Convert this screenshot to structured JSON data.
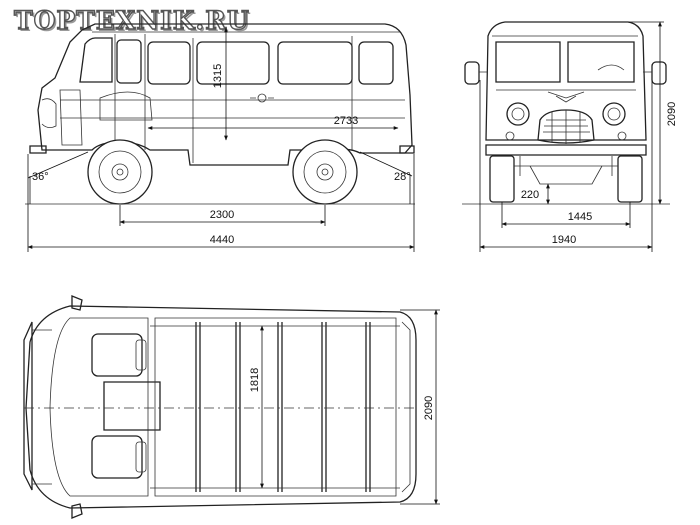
{
  "watermark": "TOPTEXNIK.RU",
  "side_view": {
    "height_label": "1315",
    "cargo_length_label": "2733",
    "wheelbase_label": "2300",
    "overall_length_label": "4440",
    "approach_angle_label": "36°",
    "departure_angle_label": "28°"
  },
  "front_view": {
    "height_label": "2090",
    "clearance_label": "220",
    "track_label": "1445",
    "width_label": "1940"
  },
  "top_view": {
    "inner_width_label": "1818",
    "overall_width_label": "2090"
  },
  "icons": [
    "wheel-icon",
    "headlight-icon",
    "seat-icon",
    "arrow-icon"
  ]
}
